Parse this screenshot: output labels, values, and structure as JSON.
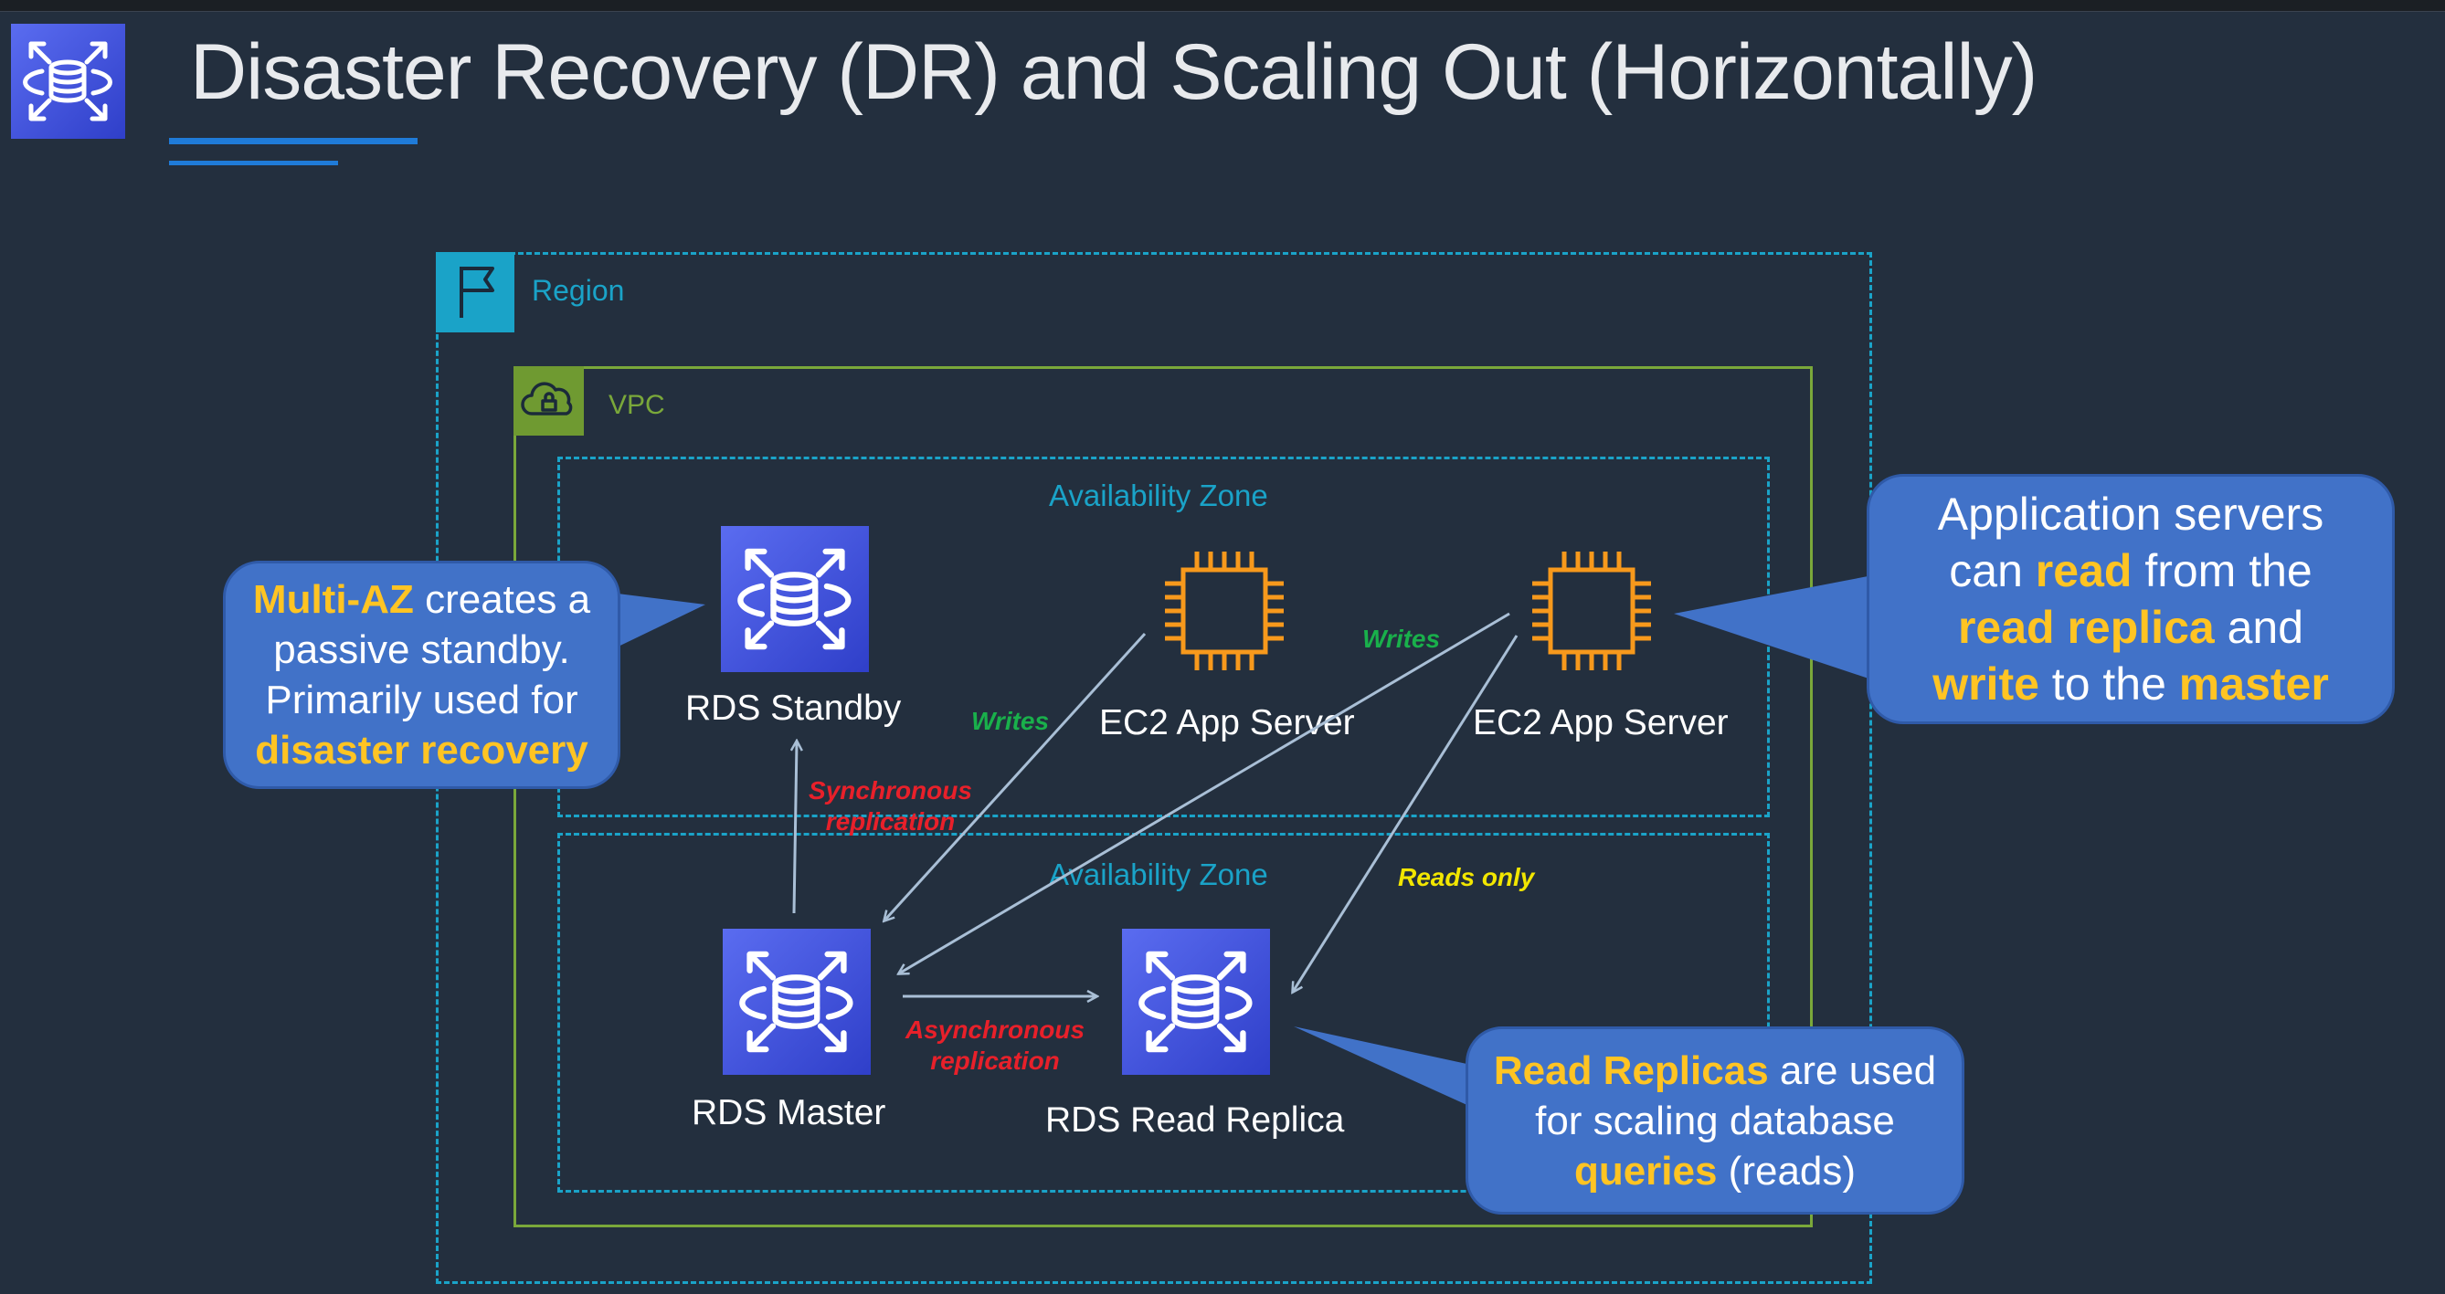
{
  "title": "Disaster Recovery (DR) and Scaling Out (Horizontally)",
  "colors": {
    "background": "#232f3e",
    "region": "#1aa3c8",
    "vpc": "#7aa83a",
    "rds": "#3f4fd8",
    "ec2": "#f7991c",
    "writes": "#19b04b",
    "replication": "#e8202a",
    "reads": "#f2e600",
    "highlight": "#ffc423",
    "bubble": "#4172c8"
  },
  "region": {
    "label": "Region"
  },
  "vpc": {
    "label": "VPC"
  },
  "az_top": {
    "label": "Availability Zone"
  },
  "az_bottom": {
    "label": "Availability Zone"
  },
  "nodes": {
    "rds_standby": "RDS Standby",
    "ec2_server_1": "EC2 App Server",
    "ec2_server_2": "EC2 App Server",
    "rds_master": "RDS Master",
    "rds_read_replica": "RDS Read Replica"
  },
  "annotations": {
    "writes_1": "Writes",
    "writes_2": "Writes",
    "sync_line1": "Synchronous",
    "sync_line2": "replication",
    "async_line1": "Asynchronous",
    "async_line2": "replication",
    "reads_only": "Reads only"
  },
  "callouts": {
    "multi_az": {
      "l1_hl": "Multi-AZ",
      "l1_rest": " creates a",
      "l2": "passive standby.",
      "l3": "Primarily used for",
      "l4_hl": "disaster recovery"
    },
    "app_servers": {
      "l1": "Application servers",
      "l2_pre": "can ",
      "l2_hl": "read",
      "l2_post": " from the",
      "l3_hl": "read replica",
      "l3_post": " and",
      "l4_hl1": "write",
      "l4_mid": " to the ",
      "l4_hl2": "master"
    },
    "read_replicas": {
      "l1_hl": "Read Replicas",
      "l1_rest": " are used",
      "l2": "for scaling database",
      "l3_hl": "queries",
      "l3_rest": " (reads)"
    }
  }
}
